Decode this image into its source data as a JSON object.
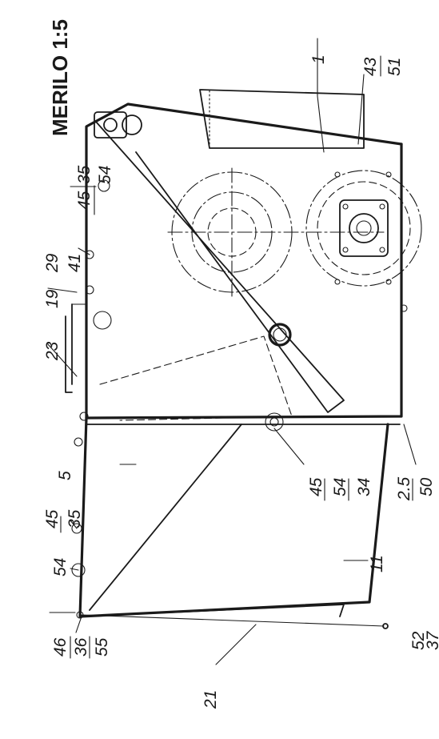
{
  "drawing": {
    "scale_label": "MERILO 1:5",
    "labels": {
      "l1": "1",
      "l43": "43",
      "l51": "51",
      "l45a": "45",
      "l35a": "35",
      "l54a": "54",
      "l29": "29",
      "l41": "41",
      "l19": "19",
      "l23": "23",
      "l5": "5",
      "l45b": "45",
      "l35b": "35",
      "l54b": "54",
      "l45c": "45",
      "l54c": "54",
      "l34": "34",
      "l25": "2.5",
      "l50": "50",
      "l11": "11",
      "l46": "46",
      "l36": "36",
      "l55": "55",
      "l21": "21",
      "l52": "52",
      "l37": "37"
    }
  }
}
